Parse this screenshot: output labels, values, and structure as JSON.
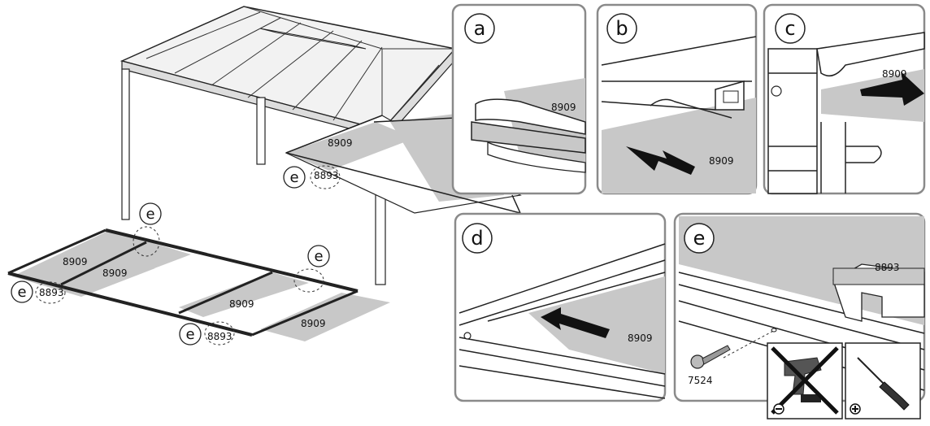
{
  "panels": {
    "a": {
      "letter": "a",
      "part": "8909"
    },
    "b": {
      "letter": "b",
      "part": "8909"
    },
    "c": {
      "letter": "c",
      "part": "8909"
    },
    "d": {
      "letter": "d",
      "part": "8909"
    },
    "e": {
      "letter": "e",
      "part_profile": "8893",
      "part_screw": "7524"
    }
  },
  "overview": {
    "roof_panel_part": "8909",
    "roof_profile_part": "8893",
    "detail_letter": "e",
    "frame_panels": [
      "8909",
      "8909",
      "8909",
      "8909"
    ],
    "frame_profiles": [
      "8893",
      "8893"
    ],
    "detail_markers": [
      "e",
      "e",
      "e",
      "e"
    ]
  },
  "tools": {
    "drill": {
      "icon": "cordless-drill-icon",
      "allowed": false
    },
    "screwdriver": {
      "icon": "phillips-screwdriver-icon",
      "allowed": true
    }
  }
}
